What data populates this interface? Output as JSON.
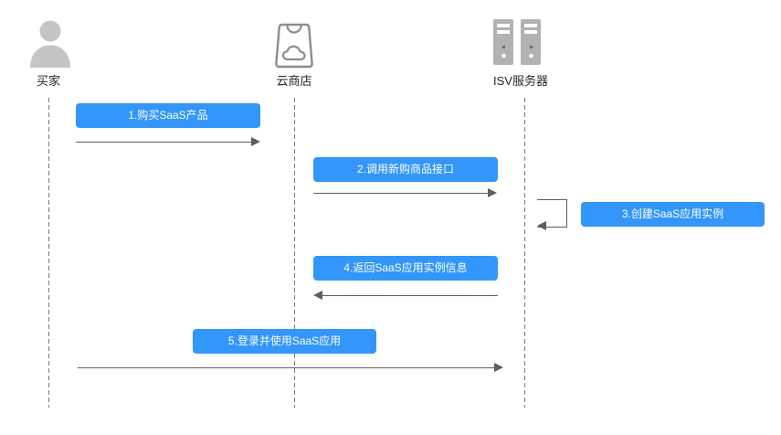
{
  "diagram": {
    "title": "SaaS purchase sequence diagram",
    "colors": {
      "message_box": "#3296FA",
      "message_text": "#FFFFFF",
      "arrow": "#5E5E5E",
      "lifeline": "#7A7A7A",
      "actor_icon_gray": "#B5B5B5",
      "actor_label_text": "#262626"
    },
    "actors": [
      {
        "name": "买家",
        "icon": "person-icon"
      },
      {
        "name": "云商店",
        "icon": "cloud-store-bag-icon"
      },
      {
        "name": "ISV服务器",
        "icon": "server-towers-icon"
      }
    ],
    "messages": [
      {
        "label": "1.购买SaaS产品",
        "from": "买家",
        "to": "云商店",
        "direction": "right"
      },
      {
        "label": "2.调用新购商品接口",
        "from": "云商店",
        "to": "ISV服务器",
        "direction": "right"
      },
      {
        "label": "3.创建SaaS应用实例",
        "from": "ISV服务器",
        "to": "ISV服务器",
        "direction": "self"
      },
      {
        "label": "4.返回SaaS应用实例信息",
        "from": "ISV服务器",
        "to": "云商店",
        "direction": "left"
      },
      {
        "label": "5.登录并使用SaaS应用",
        "from": "买家",
        "to": "ISV服务器",
        "direction": "right"
      }
    ]
  }
}
